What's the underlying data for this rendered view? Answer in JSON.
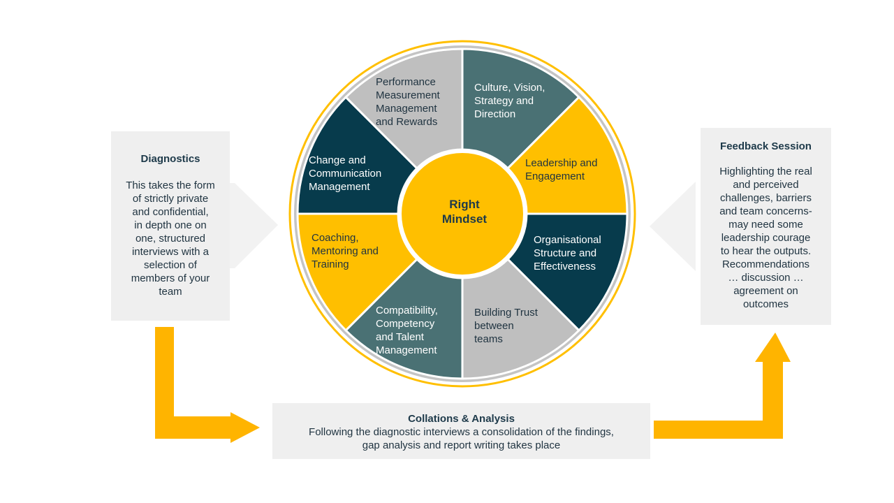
{
  "colors": {
    "gold": "#ffbf00",
    "teal": "#4a7174",
    "navy": "#073b4c",
    "grey": "#bfbfbf",
    "ring": "#c4c4c4",
    "box": "#efefef",
    "arrow_grey": "#f2f2f2",
    "arrow_gold": "#ffb400"
  },
  "wheel": {
    "center": "Right\nMindset",
    "segments": [
      {
        "label": "Culture, Vision,\nStrategy and\nDirection",
        "color": "teal",
        "text_color": "#ffffff"
      },
      {
        "label": "Leadership and\nEngagement",
        "color": "gold",
        "text_color": "#1f3340"
      },
      {
        "label": "Organisational\nStructure and\nEffectiveness",
        "color": "navy",
        "text_color": "#ffffff"
      },
      {
        "label": "Building Trust\nbetween\nteams",
        "color": "grey",
        "text_color": "#1f3340"
      },
      {
        "label": "Compatibility,\nCompetency\nand Talent\nManagement",
        "color": "teal",
        "text_color": "#ffffff"
      },
      {
        "label": "Coaching,\nMentoring and\nTraining",
        "color": "gold",
        "text_color": "#1f3340"
      },
      {
        "label": "Change and\nCommunication\nManagement",
        "color": "navy",
        "text_color": "#ffffff"
      },
      {
        "label": "Performance\nMeasurement\nManagement\nand Rewards",
        "color": "grey",
        "text_color": "#1f3340"
      }
    ]
  },
  "diagnostics": {
    "title": "Diagnostics",
    "text": "This takes the form\nof strictly private\nand confidential,\nin depth one on\none, structured\ninterviews with a\nselection of\nmembers of your\nteam"
  },
  "feedback": {
    "title": "Feedback Session",
    "text": "Highlighting the real\nand perceived\nchallenges, barriers\nand team concerns-\nmay need some\nleadership courage\nto hear the outputs.\nRecommendations\n… discussion …\nagreement on\noutcomes"
  },
  "collation": {
    "title": "Collations & Analysis",
    "text": "Following the diagnostic interviews a consolidation of the findings,\ngap analysis and report writing takes place"
  }
}
